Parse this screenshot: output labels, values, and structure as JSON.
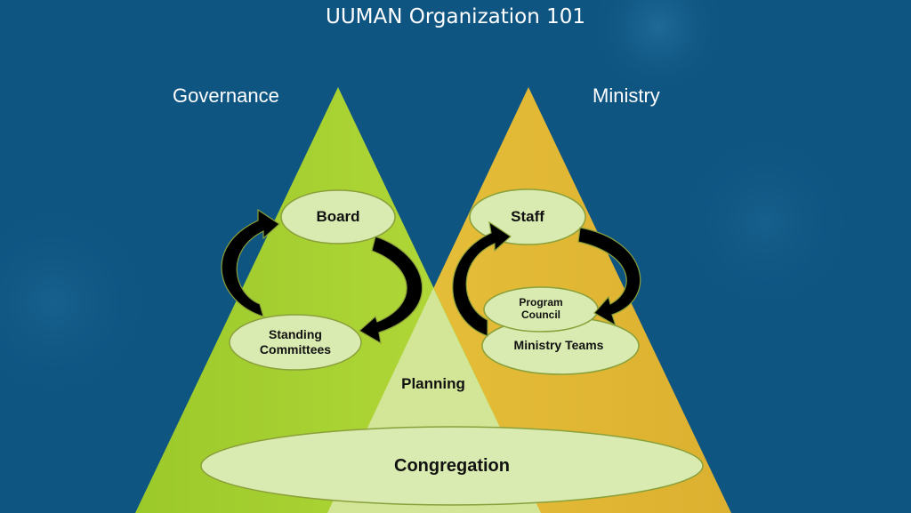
{
  "title": "UUMAN Organization 101",
  "headings": {
    "governance": "Governance",
    "ministry": "Ministry"
  },
  "nodes": {
    "board": "Board",
    "standing_committees_line1": "Standing",
    "standing_committees_line2": "Committees",
    "staff": "Staff",
    "program_council_line1": "Program",
    "program_council_line2": "Council",
    "ministry_teams": "Ministry Teams",
    "planning": "Planning",
    "congregation": "Congregation"
  },
  "colors": {
    "background": "#0f5582",
    "governance": "#add531",
    "ministry": "#e3bd35",
    "planning": "#d3e596",
    "ellipse_fill": "#d9ebb0",
    "ellipse_stroke": "#8aa03a",
    "arrow": "#000000"
  }
}
